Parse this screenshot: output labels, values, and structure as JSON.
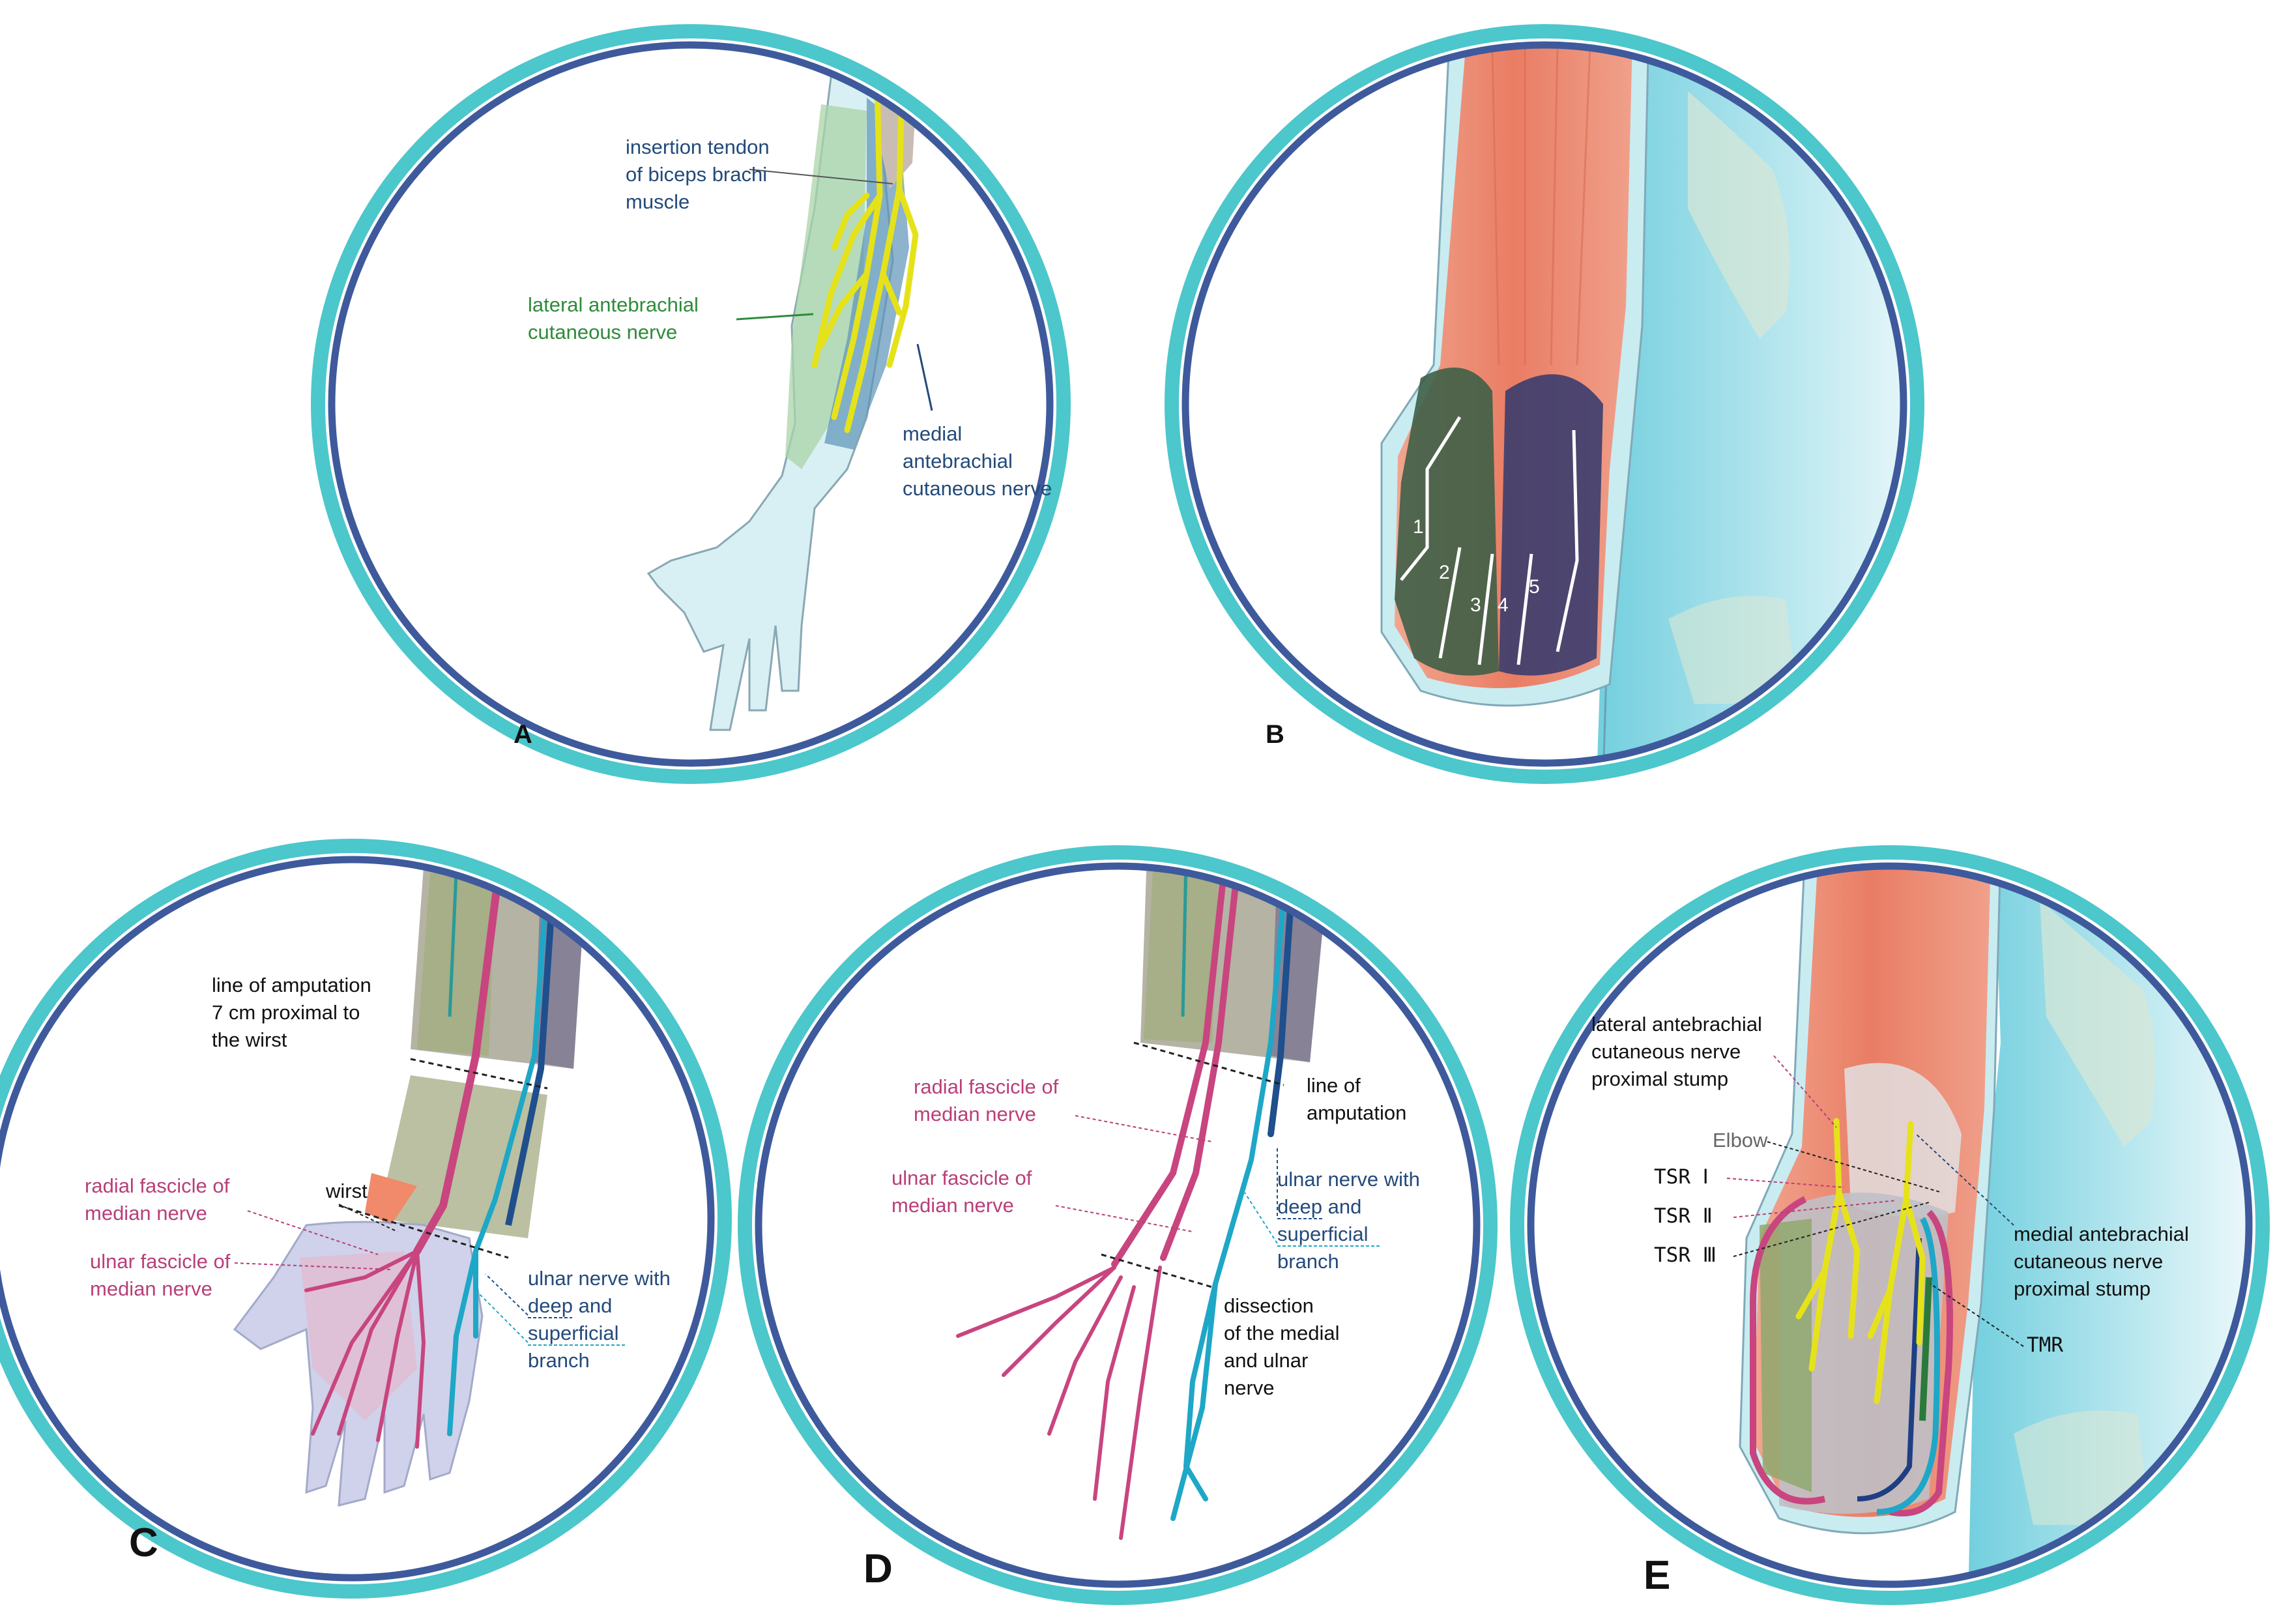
{
  "panels": {
    "a": {
      "letter": "A",
      "labels": {
        "biceps": [
          "insertion tendon",
          "of biceps brachi",
          "muscle"
        ],
        "lateral": [
          "lateral antebrachial",
          "cutaneous nerve"
        ],
        "medial": [
          "medial",
          "antebrachial",
          "cutaneous nerve"
        ]
      }
    },
    "b": {
      "letter": "B",
      "fingers": [
        "1",
        "2",
        "3",
        "4",
        "5"
      ]
    },
    "c": {
      "letter": "C",
      "labels": {
        "amputation": [
          "line of amputation",
          "7 cm proximal to",
          "the wirst"
        ],
        "wirst": "wirst",
        "radial": [
          "radial fascicle of",
          "median nerve"
        ],
        "ulnar_fascicle": [
          "ulnar fascicle of",
          "median nerve"
        ],
        "ulnar_nerve": [
          "ulnar nerve with",
          "deep",
          " and",
          "superficial",
          "branch"
        ]
      }
    },
    "d": {
      "letter": "D",
      "labels": {
        "amputation": [
          "line of",
          "amputation"
        ],
        "radial": [
          "radial fascicle of",
          "median nerve"
        ],
        "ulnar_fascicle": [
          "ulnar fascicle of",
          "median nerve"
        ],
        "ulnar_nerve": [
          "ulnar nerve with",
          "deep",
          " and",
          "superficial",
          "branch"
        ],
        "dissection": [
          "dissection",
          "of the medial",
          "and ulnar",
          "nerve"
        ]
      }
    },
    "e": {
      "letter": "E",
      "labels": {
        "lateral": [
          "lateral antebrachial",
          "cutaneous nerve",
          "proximal stump"
        ],
        "elbow": "Elbow",
        "tsr1": "TSR Ⅰ",
        "tsr2": "TSR Ⅱ",
        "tsr3": "TSR Ⅲ",
        "medial": [
          "medial antebrachial",
          "cutaneous nerve",
          "proximal stump"
        ],
        "tmr": "TMR"
      }
    }
  },
  "colors": {
    "ring_outer": "#4cc7cb",
    "ring_inner": "#3e5a9c",
    "nerve_yellow": "#e6e21a",
    "median_magenta": "#c8457f",
    "ulnar_blue": "#1ea7c7",
    "label_green": "#2e8b3a",
    "label_navy": "#234a7a",
    "label_magenta": "#b83f7a",
    "muscle": "#e88d78"
  }
}
